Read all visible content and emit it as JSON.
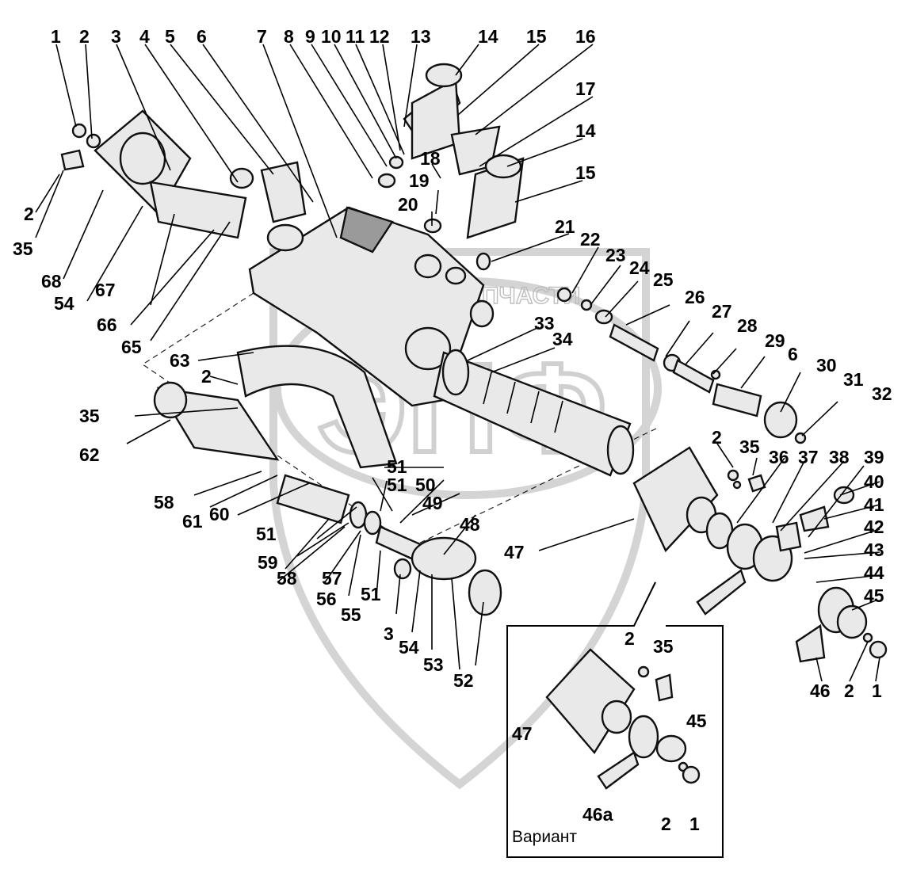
{
  "watermark": {
    "text": "ТЕХНИКА ЗАПЧАСТИ",
    "monogram": "ЭПФ"
  },
  "variant_title": "Вариант",
  "labels": [
    "1",
    "2",
    "3",
    "4",
    "5",
    "6",
    "7",
    "8",
    "9",
    "10",
    "11",
    "12",
    "13",
    "14",
    "15",
    "16",
    "17",
    "14",
    "15",
    "18",
    "19",
    "20",
    "21",
    "22",
    "23",
    "24",
    "25",
    "26",
    "27",
    "28",
    "29",
    "6",
    "30",
    "31",
    "32",
    "33",
    "34",
    "2",
    "35",
    "36",
    "37",
    "38",
    "39",
    "40",
    "41",
    "42",
    "43",
    "44",
    "45",
    "46",
    "2",
    "1",
    "47",
    "48",
    "49",
    "50",
    "51",
    "51",
    "51",
    "51",
    "52",
    "53",
    "54",
    "3",
    "55",
    "56",
    "57",
    "58",
    "59",
    "60",
    "61",
    "58",
    "62",
    "35",
    "2",
    "63",
    "65",
    "66",
    "67",
    "68",
    "54",
    "35",
    "2",
    "2",
    "35",
    "45",
    "47",
    "46а",
    "2",
    "1"
  ]
}
